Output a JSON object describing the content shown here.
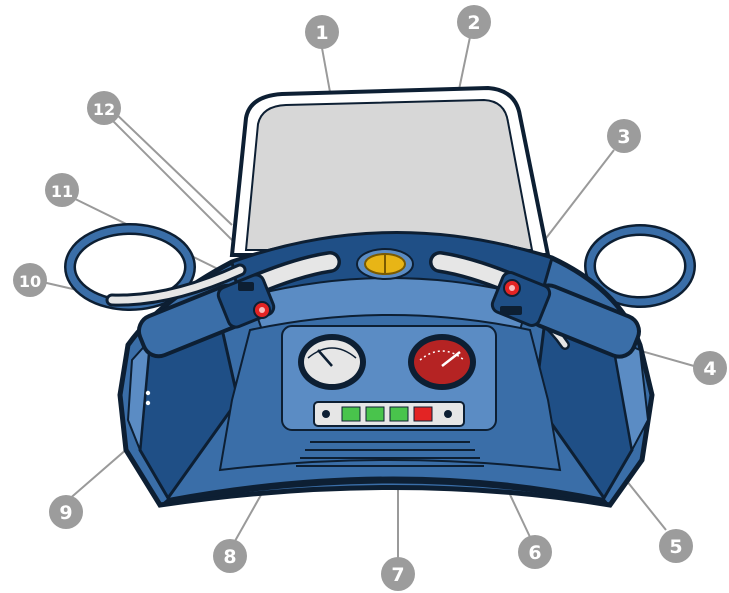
{
  "colors": {
    "body_dark": "#1f4f86",
    "body_mid": "#3a6ea8",
    "body_light": "#5b8cc4",
    "outline": "#0d1f33",
    "windshield": "#d7d7d7",
    "callout_fill": "#9c9c9c",
    "callout_line": "#9a9a9a",
    "gauge_needle_red": "#c41f1f",
    "gauge_face_red": "#b52323",
    "indicator_green": "#49c44c",
    "indicator_red": "#e32424",
    "headlight": "#e8b516"
  },
  "icons": {
    "windshield": "windshield-icon",
    "mirror": "mirror-icon",
    "headlight": "headlight-icon",
    "gauge": "gauge-icon"
  },
  "callouts": [
    {
      "id": "1",
      "label": "1"
    },
    {
      "id": "2",
      "label": "2"
    },
    {
      "id": "3",
      "label": "3"
    },
    {
      "id": "4",
      "label": "4"
    },
    {
      "id": "5",
      "label": "5"
    },
    {
      "id": "6",
      "label": "6"
    },
    {
      "id": "7",
      "label": "7"
    },
    {
      "id": "8",
      "label": "8"
    },
    {
      "id": "9",
      "label": "9"
    },
    {
      "id": "10",
      "label": "10"
    },
    {
      "id": "11",
      "label": "11"
    },
    {
      "id": "12",
      "label": "12"
    }
  ]
}
